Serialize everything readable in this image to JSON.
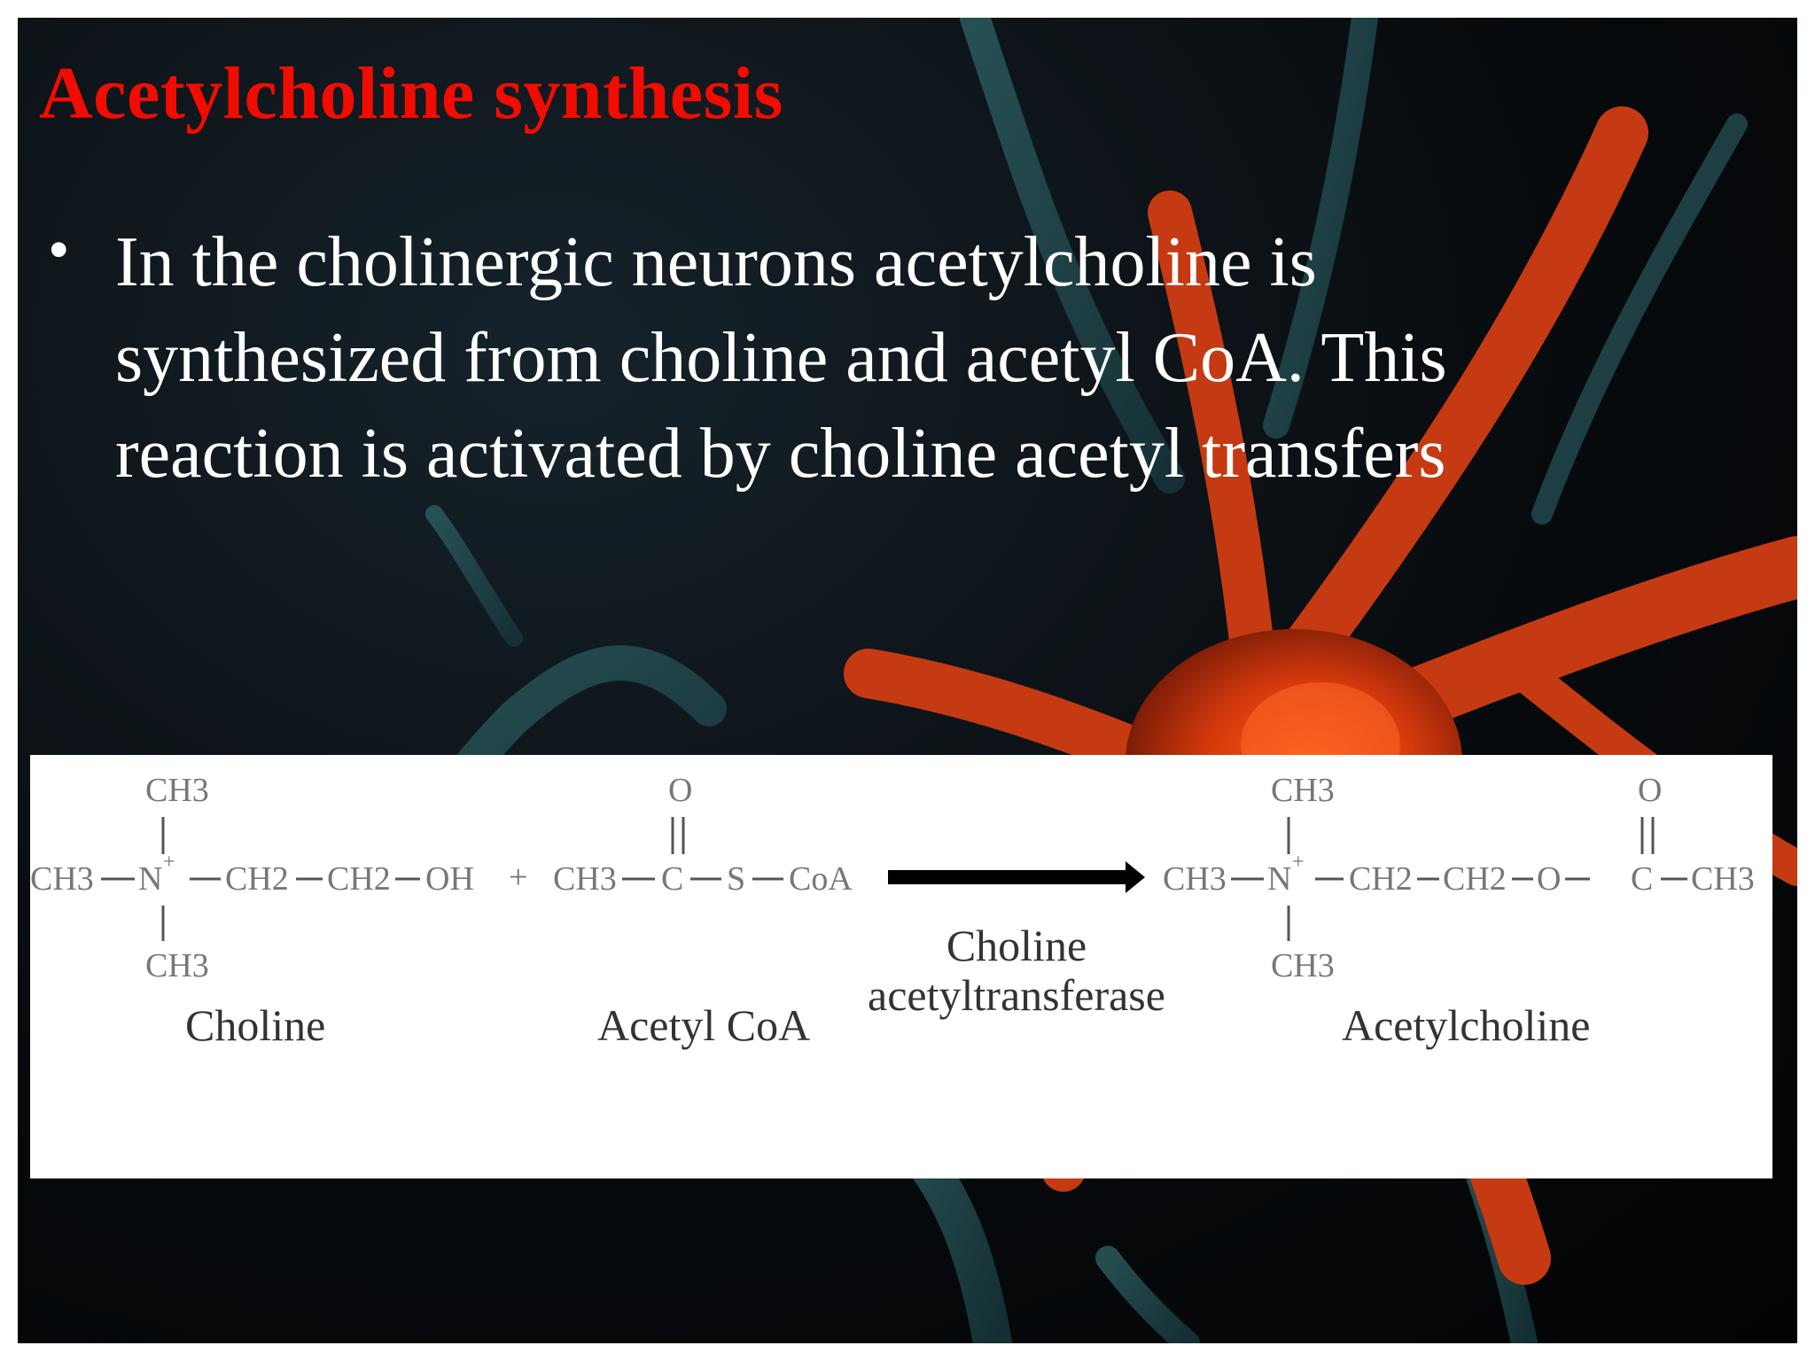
{
  "slide": {
    "title": "Acetylcholine synthesis",
    "bullets": [
      "In the cholinergic neurons acetylcholine is synthesized from choline and acetyl CoA. This reaction is activated by choline acetyl transfers"
    ]
  },
  "colors": {
    "title": "#f20c00",
    "body_text": "#ffffff",
    "background": "#05080b",
    "neuron": "#c93a10"
  },
  "reaction": {
    "choline": {
      "top": "CH3",
      "left": "CH3",
      "n": "N",
      "charge": "+",
      "chain1": "CH2",
      "chain2": "CH2",
      "end": "OH",
      "bottom": "CH3",
      "label": "Choline"
    },
    "plus": "+",
    "acetyl_coa": {
      "o": "O",
      "ch3": "CH3",
      "c": "C",
      "s": "S",
      "coa": "CoA",
      "label": "Acetyl CoA"
    },
    "enzyme": [
      "Choline",
      "acetyltransferase"
    ],
    "acetylcholine": {
      "top": "CH3",
      "left": "CH3",
      "n": "N",
      "charge": "+",
      "chain1": "CH2",
      "chain2": "CH2",
      "o_link": "O",
      "c": "C",
      "end": "CH3",
      "carbonyl_o": "O",
      "bottom": "CH3",
      "label": "Acetylcholine"
    }
  }
}
